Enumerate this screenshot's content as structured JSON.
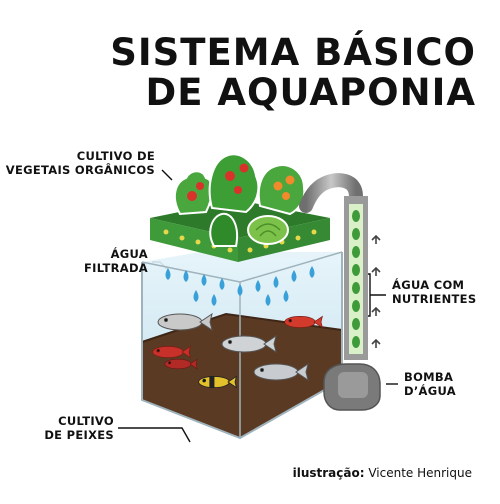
{
  "title": {
    "line1": "SISTEMA BÁSICO",
    "line2": "DE AQUAPONIA"
  },
  "labels": {
    "vegetables": [
      "CULTIVO DE",
      "VEGETAIS ORGÂNICOS"
    ],
    "filtered_water": [
      "ÁGUA",
      "FILTRADA"
    ],
    "fish": [
      "CULTIVO",
      "DE PEIXES"
    ],
    "nutrient_water": [
      "ÁGUA COM",
      "NUTRIENTES"
    ],
    "pump": [
      "BOMBA",
      "D’ÁGUA"
    ]
  },
  "credit": {
    "prefix": "ilustração:",
    "author": "Vicente Henrique"
  },
  "icons": [
    "plant-icon",
    "tomato-icon",
    "lettuce-icon",
    "fish-icon",
    "water-drop-icon",
    "pump-icon",
    "arrow-up-icon"
  ],
  "colors": {
    "grow_bed": "#3f9a3a",
    "grow_bed_top": "#2c7a2a",
    "water": "#cfe8f3",
    "drop": "#3aa0d8",
    "soil": "#5b3a24",
    "pipe": "#8a8a8a",
    "pipe_green": "#3f9a3a"
  }
}
